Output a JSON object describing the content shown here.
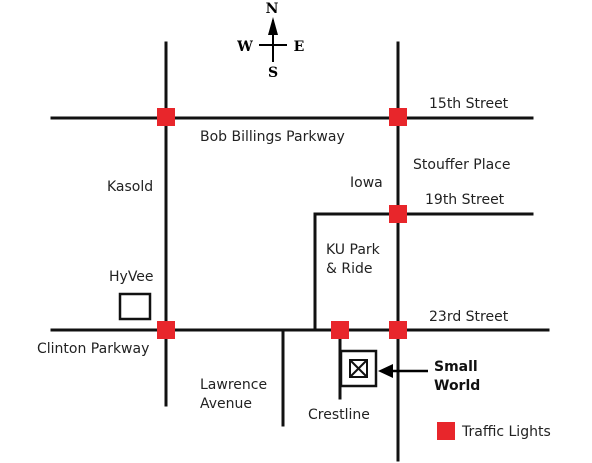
{
  "compass": {
    "north": "N",
    "south": "S",
    "east": "E",
    "west": "W"
  },
  "streets": {
    "fifteenth": "15th Street",
    "bob_billings": "Bob Billings Parkway",
    "stouffer": "Stouffer Place",
    "iowa": "Iowa",
    "kasold": "Kasold",
    "nineteenth": "19th Street",
    "twentythird": "23rd Street",
    "clinton": "Clinton Parkway",
    "lawrence": "Lawrence Avenue",
    "crestline": "Crestline"
  },
  "places": {
    "hyvee": "HyVee",
    "ku_park": "KU Park & Ride",
    "small_world": "Small World"
  },
  "legend": {
    "label": "Traffic Lights"
  },
  "colors": {
    "traffic_light": "#e8262b",
    "road": "#111111"
  }
}
